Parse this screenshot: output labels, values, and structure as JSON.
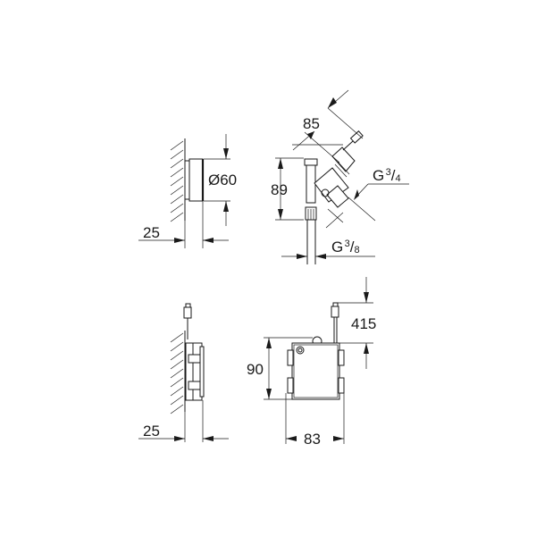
{
  "drawing": {
    "views": [
      {
        "id": "cover-side-view",
        "dimensions": {
          "diameter": "Ø60",
          "depth": "25"
        }
      },
      {
        "id": "valve-view",
        "dimensions": {
          "length": "85",
          "height": "89",
          "inlet_thread": {
            "prefix": "G",
            "num": "3",
            "den": "4"
          },
          "outlet_thread": {
            "prefix": "G",
            "num": "3",
            "den": "8"
          }
        }
      },
      {
        "id": "box-side-view",
        "dimensions": {
          "depth": "25"
        }
      },
      {
        "id": "box-front-view",
        "dimensions": {
          "height": "90",
          "width": "83",
          "cable": "415"
        }
      }
    ]
  },
  "colors": {
    "line": "#1a1a1a",
    "background": "#ffffff"
  }
}
